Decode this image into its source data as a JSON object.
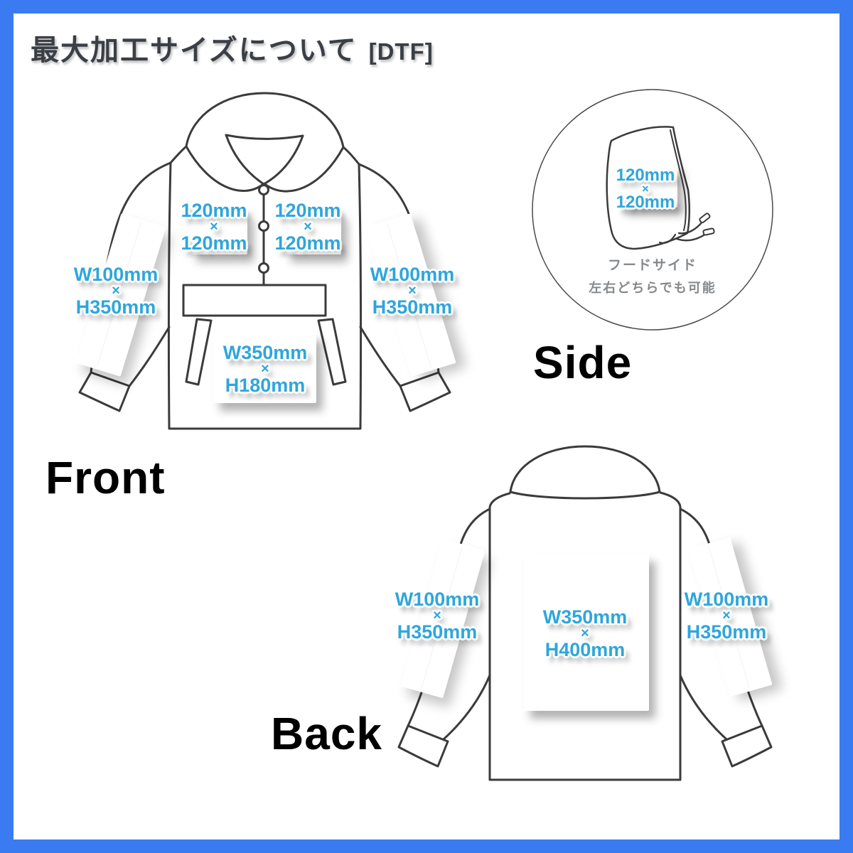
{
  "frame_color": "#3B7BF2",
  "accent_color": "#2EA6DC",
  "title": {
    "main": "最大加工サイズについて",
    "tag": "[DTF]"
  },
  "views": {
    "front": {
      "label": "Front",
      "chest_left": {
        "w": "120mm",
        "sep": "×",
        "h": "120mm"
      },
      "chest_right": {
        "w": "120mm",
        "sep": "×",
        "h": "120mm"
      },
      "sleeve_left": {
        "w": "W100mm",
        "sep": "×",
        "h": "H350mm"
      },
      "sleeve_right": {
        "w": "W100mm",
        "sep": "×",
        "h": "H350mm"
      },
      "pocket": {
        "w": "W350mm",
        "sep": "×",
        "h": "H180mm"
      }
    },
    "side": {
      "label": "Side",
      "hood": {
        "w": "120mm",
        "sep": "×",
        "h": "120mm"
      },
      "caption1": "フードサイド",
      "caption2": "左右どちらでも可能"
    },
    "back": {
      "label": "Back",
      "sleeve_left": {
        "w": "W100mm",
        "sep": "×",
        "h": "H350mm"
      },
      "center": {
        "w": "W350mm",
        "sep": "×",
        "h": "H400mm"
      },
      "sleeve_right": {
        "w": "W100mm",
        "sep": "×",
        "h": "H350mm"
      }
    }
  }
}
